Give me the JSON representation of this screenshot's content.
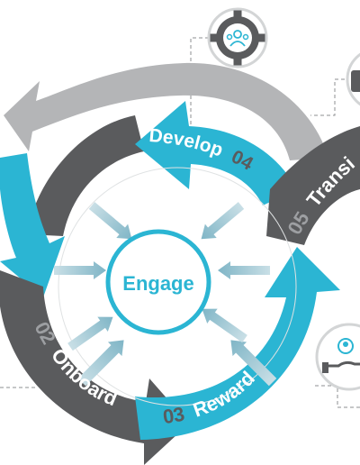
{
  "center": {
    "label": "Engage"
  },
  "stages": [
    {
      "id": "onboard",
      "number": "02",
      "name": "Onboard"
    },
    {
      "id": "reward",
      "number": "03",
      "name": "Reward"
    },
    {
      "id": "develop",
      "number": "04",
      "name": "Develop"
    },
    {
      "id": "transition",
      "number": "05",
      "name": "Transi"
    }
  ],
  "colors": {
    "accent": "#2bb5d3",
    "dark": "#5a5b5d",
    "light_gray": "#b4b5b7",
    "center_text": "#2bb5d3",
    "label_text": "#ffffff",
    "number_text": "#9d9fa2"
  },
  "icons": [
    {
      "name": "team-gear-icon"
    },
    {
      "name": "person-tile-icon"
    },
    {
      "name": "hand-person-icon"
    }
  ]
}
